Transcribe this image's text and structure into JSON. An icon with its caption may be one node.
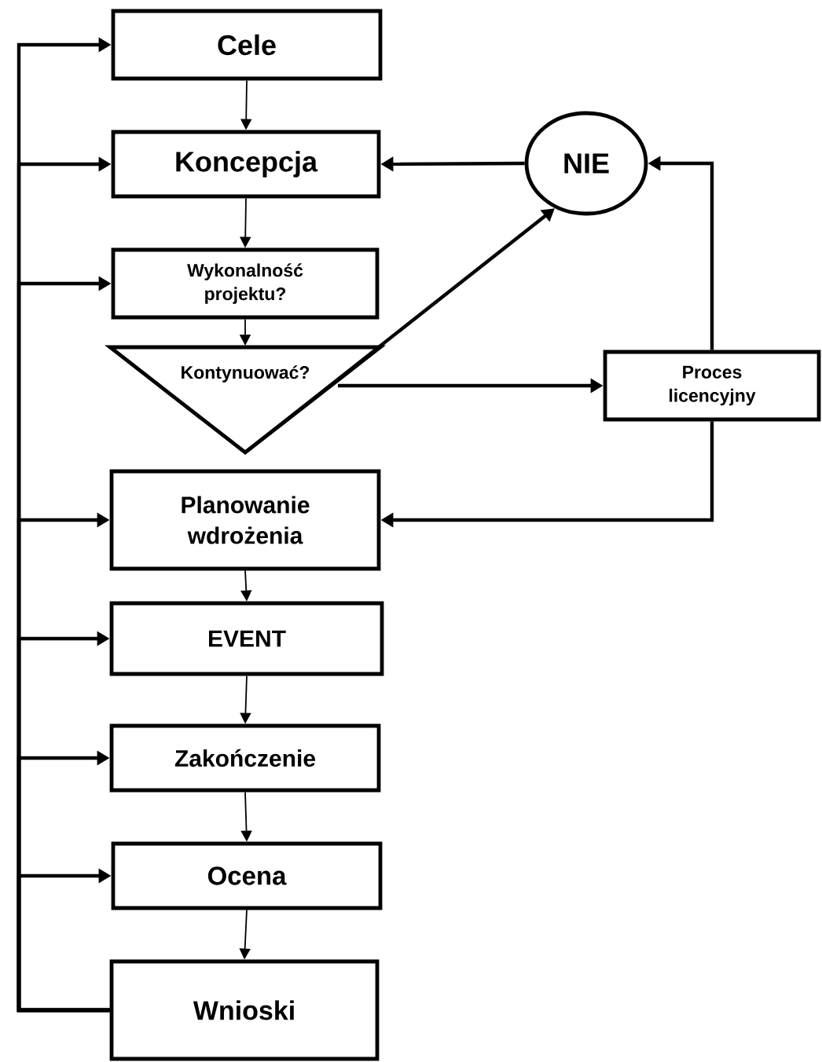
{
  "diagram": {
    "nodes": [
      {
        "text": [
          "Cele"
        ]
      },
      {
        "text": [
          "Koncepcja"
        ]
      },
      {
        "text": [
          "NIE"
        ]
      },
      {
        "text": [
          "Wykonalność projektu?"
        ]
      },
      {
        "text": [
          "Kontynuować?"
        ]
      },
      {
        "text": [
          "Proces licencyjny"
        ]
      },
      {
        "text": [
          "Planowanie wdrożenia"
        ]
      },
      {
        "text": [
          "EVENT"
        ]
      },
      {
        "text": [
          "Zakończenie"
        ]
      },
      {
        "text": [
          "Ocena"
        ]
      },
      {
        "text": [
          "Wnioski"
        ]
      }
    ],
    "edges": [
      {
        "from": 0,
        "to": 1,
        "arrow": "to"
      },
      {
        "from": 1,
        "to": 3,
        "arrow": "to"
      },
      {
        "from": 3,
        "to": 4,
        "arrow": "to"
      },
      {
        "from": 4,
        "to": 2,
        "arrow": "to"
      },
      {
        "from": 4,
        "to": 5,
        "arrow": "to"
      },
      {
        "from": 2,
        "to": 1,
        "arrow": "to"
      },
      {
        "from": 5,
        "to": 2,
        "arrow": "to"
      },
      {
        "from": 5,
        "to": 6,
        "arrow": "to"
      },
      {
        "from": 6,
        "to": 7,
        "arrow": "to"
      },
      {
        "from": 7,
        "to": 8,
        "arrow": "to"
      },
      {
        "from": 8,
        "to": 9,
        "arrow": "to"
      },
      {
        "from": 9,
        "to": 10,
        "arrow": "to"
      },
      {
        "from": 10,
        "to": 0,
        "arrow": "to"
      },
      {
        "from": 10,
        "to": 1,
        "arrow": "to"
      },
      {
        "from": 10,
        "to": 3,
        "arrow": "to"
      },
      {
        "from": 10,
        "to": 6,
        "arrow": "to"
      },
      {
        "from": 10,
        "to": 7,
        "arrow": "to"
      },
      {
        "from": 10,
        "to": 8,
        "arrow": "to"
      },
      {
        "from": 10,
        "to": 9,
        "arrow": "to"
      }
    ]
  }
}
